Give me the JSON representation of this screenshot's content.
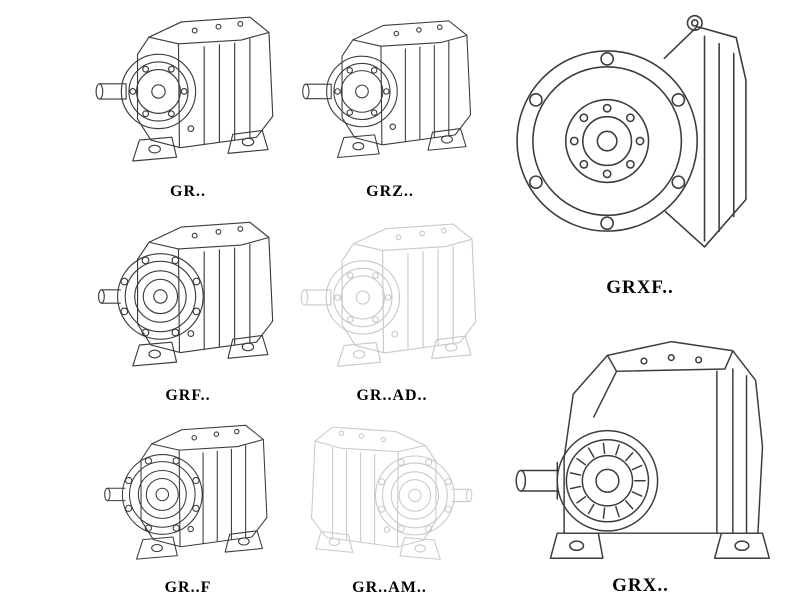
{
  "page": {
    "background": "#ffffff",
    "line_color": "#3c3c3c",
    "faint_line_color": "#c9c9c9",
    "label_color": "#000000"
  },
  "figures": [
    {
      "label": "GR..",
      "style": "solid"
    },
    {
      "label": "GRZ..",
      "style": "solid"
    },
    {
      "label": "GRXF..",
      "style": "solid"
    },
    {
      "label": "GRF..",
      "style": "solid"
    },
    {
      "label": "GR..AD..",
      "style": "ghosted"
    },
    {
      "label": "GR..F",
      "style": "solid"
    },
    {
      "label": "GR..AM..",
      "style": "ghosted"
    },
    {
      "label": "GRX..",
      "style": "solid"
    }
  ]
}
